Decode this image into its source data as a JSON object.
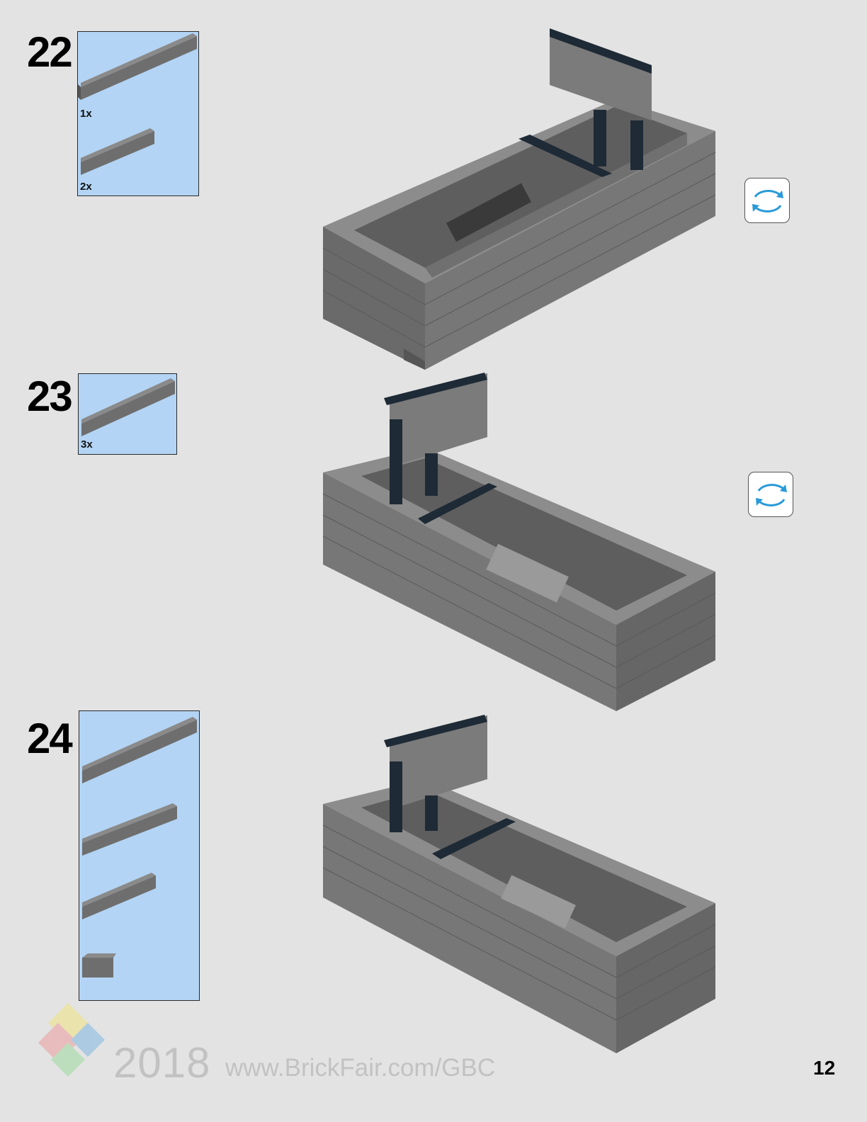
{
  "steps": [
    {
      "number": "22",
      "parts": [
        {
          "qty": "1x",
          "description": "dark bluish gray brick 1x10",
          "studs": 10
        },
        {
          "qty": "2x",
          "description": "dark bluish gray brick 1x6",
          "studs": 6
        }
      ]
    },
    {
      "number": "23",
      "parts": [
        {
          "qty": "3x",
          "description": "dark bluish gray brick 1x8",
          "studs": 8
        }
      ]
    },
    {
      "number": "24",
      "parts": [
        {
          "qty": "",
          "description": "dark bluish gray brick 1x10",
          "studs": 10
        },
        {
          "qty": "",
          "description": "dark bluish gray brick 1x8",
          "studs": 8
        },
        {
          "qty": "",
          "description": "dark bluish gray brick 1x6",
          "studs": 6
        },
        {
          "qty": "",
          "description": "dark bluish gray brick 1x2",
          "studs": 2
        }
      ]
    }
  ],
  "rotate_icons": [
    "rotate-model-icon",
    "rotate-model-icon"
  ],
  "footer": {
    "year": "2018",
    "url": "www.BrickFair.com/GBC",
    "page_number": "12"
  },
  "colors": {
    "page_background": "#e3e3e3",
    "parts_panel": "#b3d4f4",
    "brick_gray": "#6b6b6b",
    "brick_dark": "#1e2a35",
    "rotate_arrow": "#2a9ad8"
  }
}
